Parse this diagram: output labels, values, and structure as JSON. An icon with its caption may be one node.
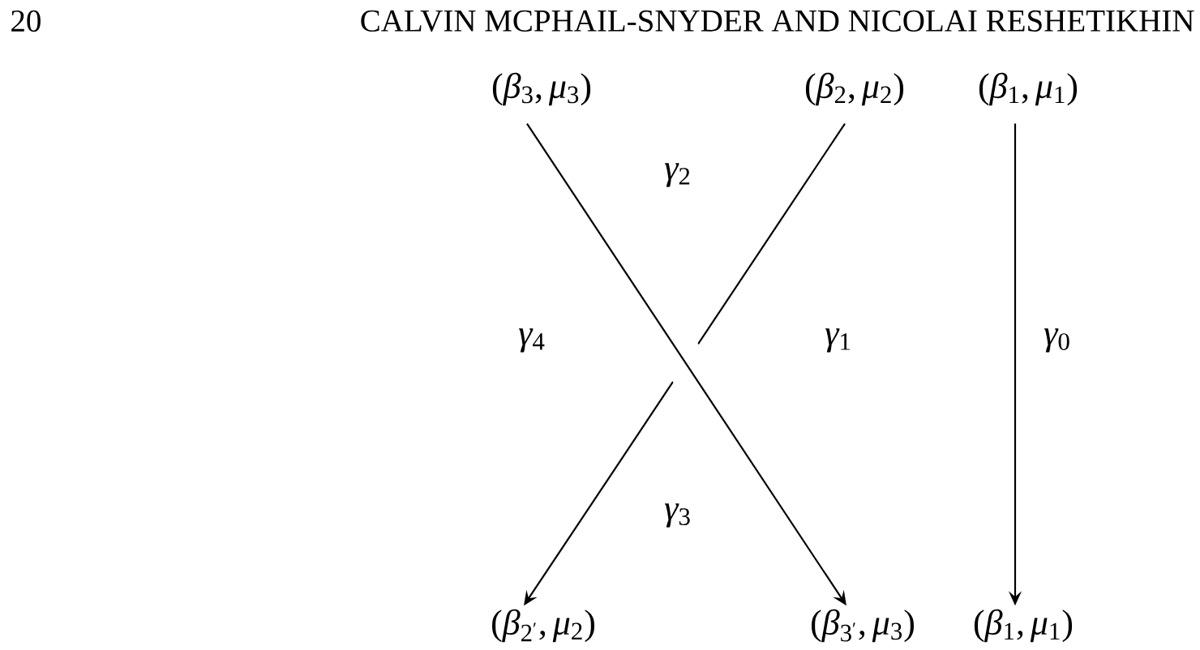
{
  "diagram": {
    "nodes": [
      {
        "text": [
          "(\\beta_3, \\mu_3)"
        ]
      },
      {
        "text": [
          "(\\beta_2, \\mu_2)"
        ]
      },
      {
        "text": [
          "(\\beta_1, \\mu_1)"
        ]
      },
      {
        "text": [
          "(\\beta_{2'}, \\mu_2)"
        ]
      },
      {
        "text": [
          "(\\beta_{3'}, \\mu_3)"
        ]
      },
      {
        "text": [
          "(\\beta_1, \\mu_1)"
        ]
      }
    ],
    "edges": [
      {
        "from": 0,
        "to": 4,
        "arrow": "to"
      },
      {
        "from": 1,
        "to": 3,
        "arrow": "to"
      },
      {
        "from": 2,
        "to": 5,
        "arrow": "to"
      }
    ],
    "labels": [
      "20",
      "CALVIN MCPHAIL-SNYDER AND NICOLAI RESHETIKHIN",
      "\\gamma_2",
      "\\gamma_4",
      "\\gamma_1",
      "\\gamma_0",
      "\\gamma_3"
    ]
  }
}
